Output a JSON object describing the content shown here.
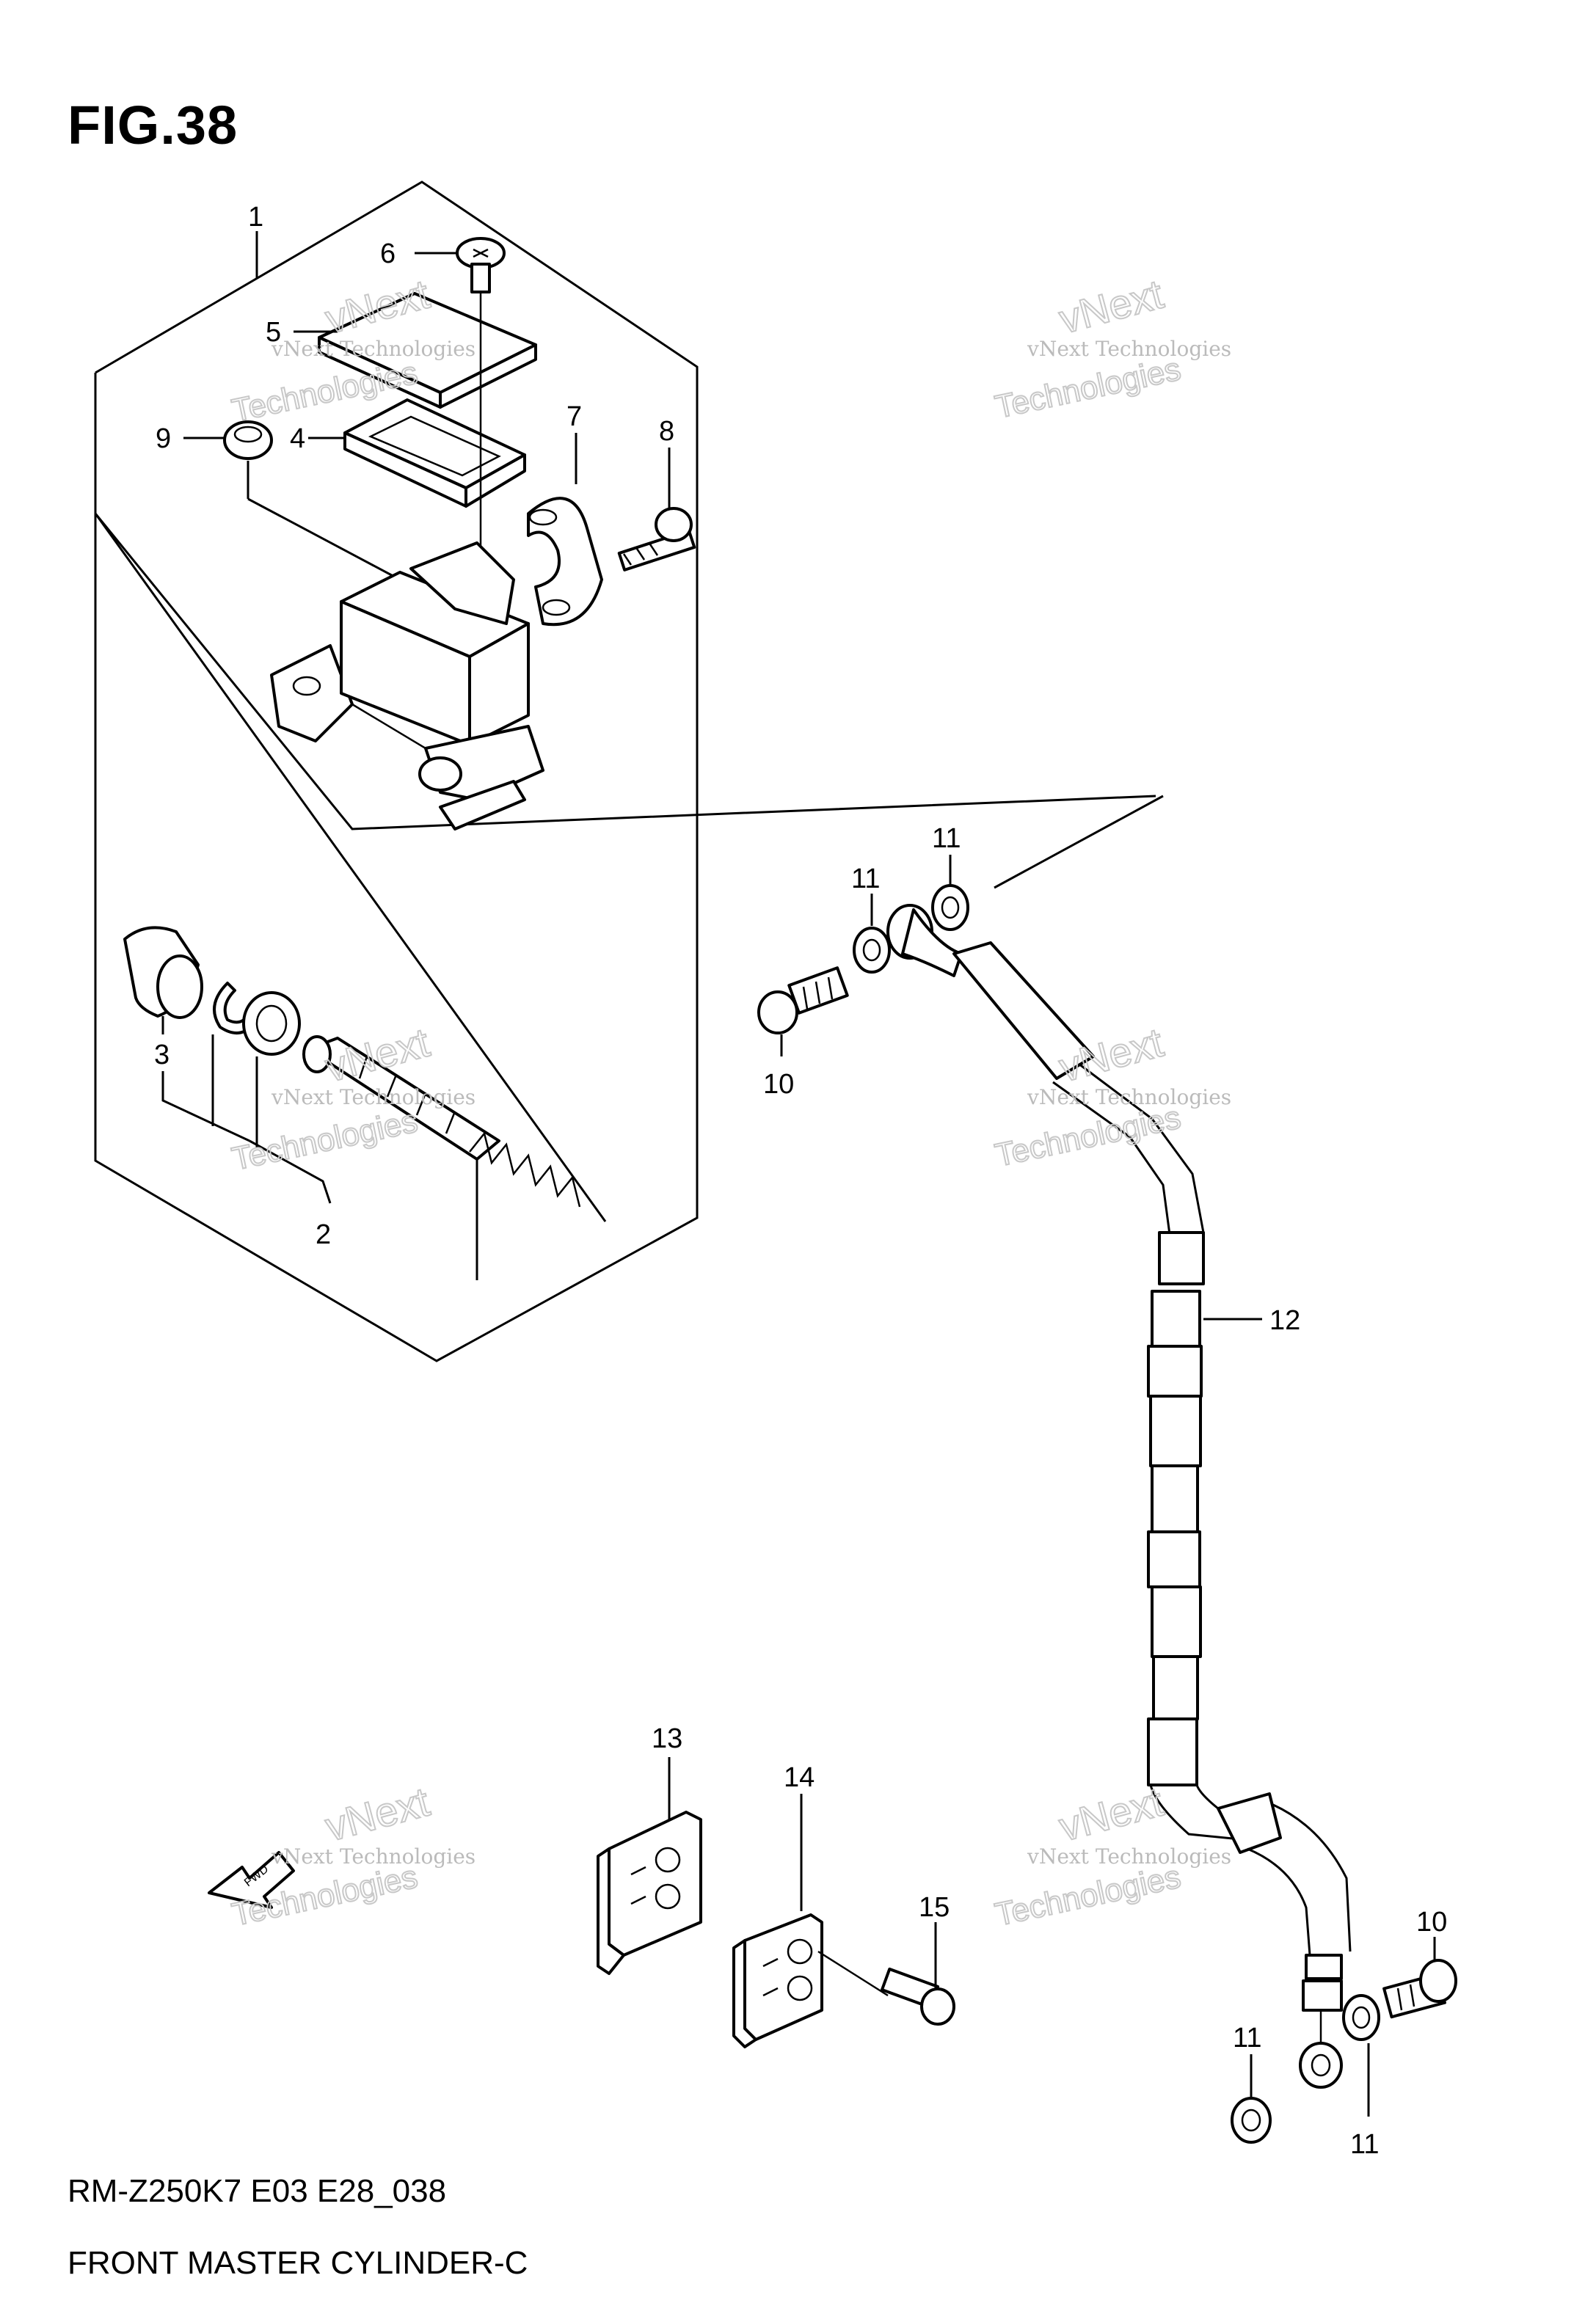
{
  "figure": {
    "title": "FIG.38"
  },
  "footer": {
    "model_code": "RM-Z250K7 E03 E28_038",
    "description": "FRONT MASTER CYLINDER-C"
  },
  "callouts": {
    "c1": "1",
    "c2": "2",
    "c3": "3",
    "c4": "4",
    "c5": "5",
    "c6": "6",
    "c7": "7",
    "c8": "8",
    "c9": "9",
    "c10a": "10",
    "c10b": "10",
    "c11a": "11",
    "c11b": "11",
    "c11c": "11",
    "c11d": "11",
    "c12": "12",
    "c13": "13",
    "c14": "14",
    "c15": "15"
  },
  "fwd_label": "FWD",
  "watermark": {
    "line1": "vNext Technologies",
    "line2": "vNext",
    "line3": "Technologies"
  }
}
